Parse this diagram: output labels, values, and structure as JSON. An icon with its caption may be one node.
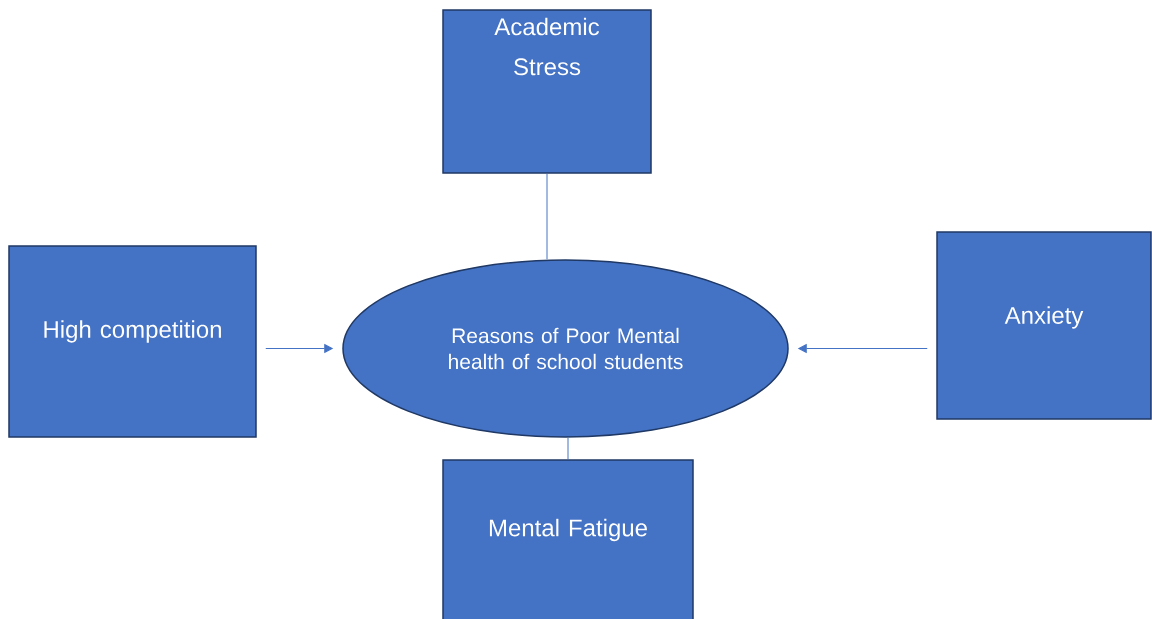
{
  "diagram": {
    "nodes": [
      {
        "text": [
          "Academic Stress"
        ]
      },
      {
        "text": [
          "High competition"
        ]
      },
      {
        "text": [
          "Reasons of Poor Mental health of school students"
        ]
      },
      {
        "text": [
          "Anxiety"
        ]
      },
      {
        "text": [
          "Mental Fatigue"
        ]
      }
    ],
    "edges": [
      {
        "from": 0,
        "to": 2,
        "arrow": "none"
      },
      {
        "from": 1,
        "to": 2,
        "arrow": "to"
      },
      {
        "from": 3,
        "to": 2,
        "arrow": "to"
      },
      {
        "from": 4,
        "to": 2,
        "arrow": "none"
      }
    ]
  }
}
